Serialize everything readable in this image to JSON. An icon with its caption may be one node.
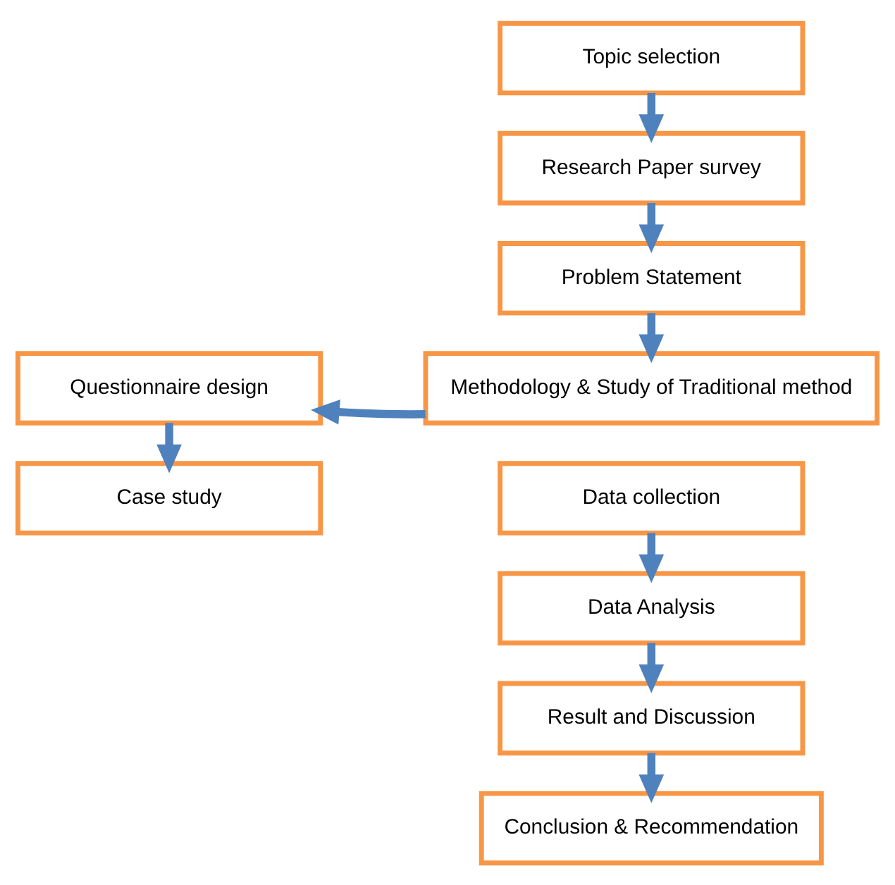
{
  "diagram": {
    "nodes": [
      {
        "text": [
          "Topic selection"
        ]
      },
      {
        "text": [
          "Research Paper survey"
        ]
      },
      {
        "text": [
          "Problem Statement"
        ]
      },
      {
        "text": [
          "Methodology & Study of Traditional method"
        ]
      },
      {
        "text": [
          "Questionnaire design"
        ]
      },
      {
        "text": [
          "Case study"
        ]
      },
      {
        "text": [
          "Data collection"
        ]
      },
      {
        "text": [
          "Data Analysis"
        ]
      },
      {
        "text": [
          "Result and Discussion"
        ]
      },
      {
        "text": [
          "Conclusion & Recommendation"
        ]
      }
    ],
    "edges": [
      {
        "from": 0,
        "to": 1,
        "arrow": "to"
      },
      {
        "from": 1,
        "to": 2,
        "arrow": "to"
      },
      {
        "from": 2,
        "to": 3,
        "arrow": "to"
      },
      {
        "from": 3,
        "to": 4,
        "arrow": "to"
      },
      {
        "from": 4,
        "to": 5,
        "arrow": "to"
      },
      {
        "from": 6,
        "to": 7,
        "arrow": "to"
      },
      {
        "from": 7,
        "to": 8,
        "arrow": "to"
      },
      {
        "from": 8,
        "to": 9,
        "arrow": "to"
      }
    ]
  }
}
